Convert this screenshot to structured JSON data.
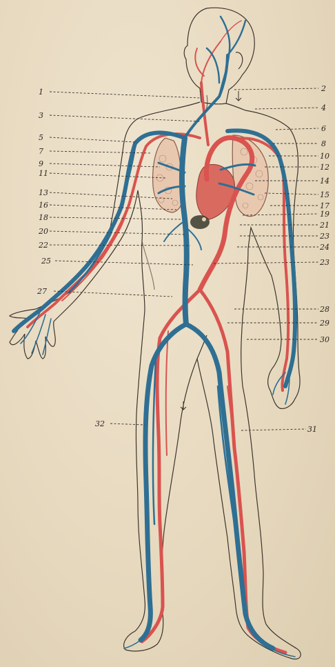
{
  "colors": {
    "paper": "#e9dcc4",
    "vein": "#2f6f93",
    "artery": "#d9534f",
    "outline": "#3b342c",
    "lung": "#c98a7a"
  },
  "labels_left": [
    "1",
    "3",
    "5",
    "7",
    "9",
    "11",
    "13",
    "16",
    "18",
    "20",
    "22",
    "25",
    "27",
    "32"
  ],
  "labels_right": [
    "2",
    "4",
    "6",
    "8",
    "10",
    "12",
    "14",
    "15",
    "17",
    "19",
    "21",
    "23",
    "24",
    "23",
    "28",
    "29",
    "30",
    "31"
  ]
}
